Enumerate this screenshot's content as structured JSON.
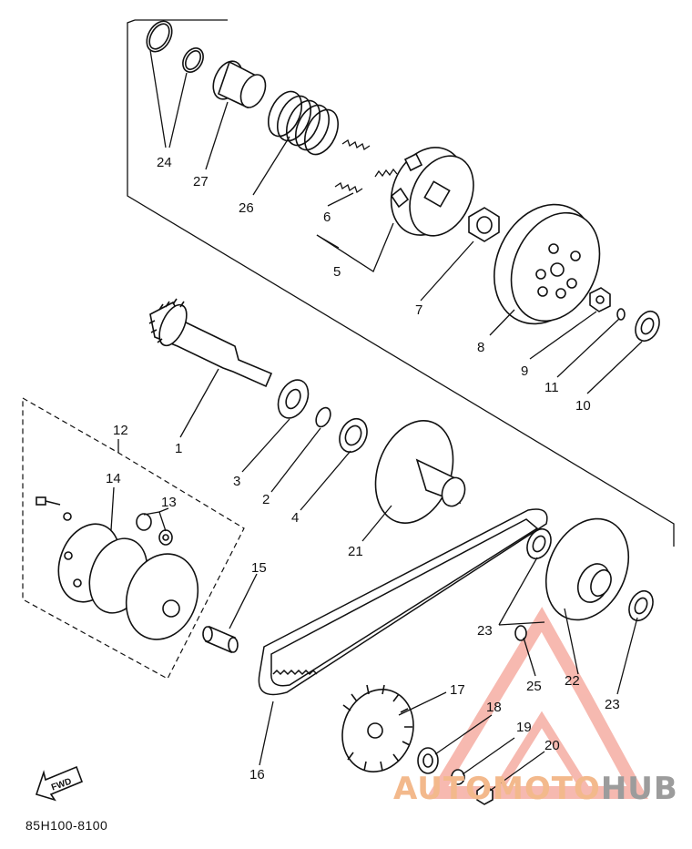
{
  "diagram": {
    "part_numbers": [
      "1",
      "2",
      "3",
      "4",
      "5",
      "6",
      "7",
      "8",
      "9",
      "10",
      "11",
      "12",
      "13",
      "14",
      "15",
      "16",
      "17",
      "18",
      "19",
      "20",
      "21",
      "22",
      "23",
      "23",
      "24",
      "25",
      "26",
      "27"
    ],
    "fwd_label": "FWD",
    "drawing_code": "85H100-8100"
  },
  "watermark": {
    "text_a": "AUTO",
    "text_b": "MOTO",
    "text_c": "HUB",
    "colors": {
      "accent": "#f08070",
      "orange": "#f3b98c",
      "gray": "#9c9c9c"
    }
  }
}
